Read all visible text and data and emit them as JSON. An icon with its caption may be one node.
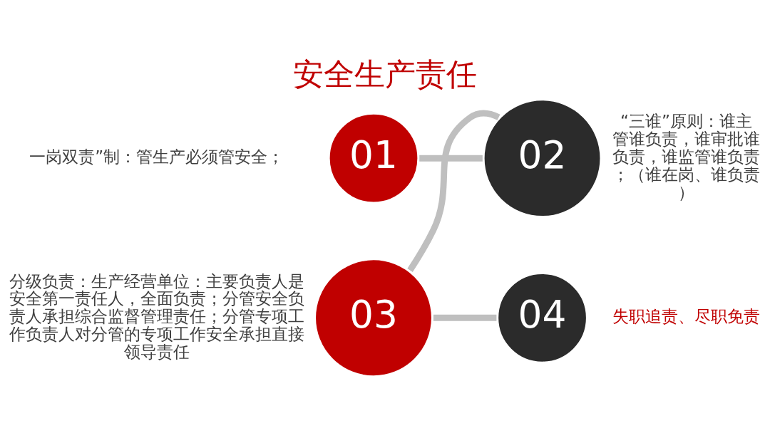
{
  "diagram": {
    "title": "安全生产责任",
    "nodes": [
      {
        "text": [
          "01"
        ],
        "beside": [
          "一岗双责”制：管生产必须管安全；"
        ]
      },
      {
        "text": [
          "02"
        ],
        "beside": [
          "“三谁”原则：谁主管谁负责，谁审批谁负责，谁监管谁负责；（谁在岗、谁负责）"
        ]
      },
      {
        "text": [
          "03"
        ],
        "beside": [
          "分级负责：生产经营单位：主要负责人是安全第一责任人，全面负责；分管安全负责人承担综合监督管理责任；分管专项工作负责人对分管的专项工作安全承担直接领导责任"
        ]
      },
      {
        "text": [
          "04"
        ],
        "beside": [
          "失职追责、尽职免责"
        ]
      }
    ],
    "edges": [
      {
        "from": 0,
        "to": 1,
        "arrow": "none"
      },
      {
        "from": 1,
        "to": 2,
        "arrow": "none"
      },
      {
        "from": 2,
        "to": 3,
        "arrow": "none"
      }
    ]
  }
}
